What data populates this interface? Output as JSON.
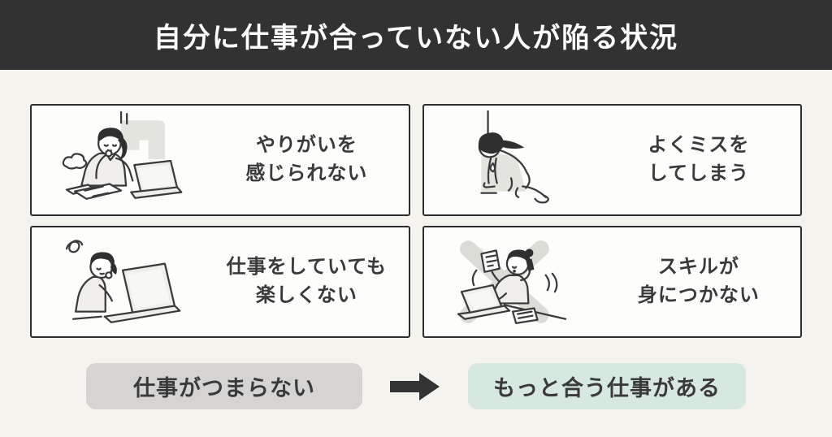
{
  "header": {
    "title": "自分に仕事が合っていない人が陥る状況"
  },
  "cards": [
    {
      "line1": "やりがいを",
      "line2": "感じられない",
      "illustration": "woman-sighing-at-desk"
    },
    {
      "line1": "よくミスを",
      "line2": "してしまう",
      "illustration": "woman-kneeling-dejected"
    },
    {
      "line1": "仕事をしていても",
      "line2": "楽しくない",
      "illustration": "woman-unhappy-at-laptop"
    },
    {
      "line1": "スキルが",
      "line2": "身につかない",
      "illustration": "woman-busy-phone-crossed-out"
    }
  ],
  "conclusion": {
    "premise": "仕事がつまらない",
    "result": "もっと合う仕事がある",
    "arrow_icon": "right-arrow"
  },
  "colors": {
    "header_bg": "#323232",
    "header_text": "#ffffff",
    "page_bg": "#f4f3ed",
    "card_bg": "#fdfdfb",
    "card_border": "#2e2e2e",
    "text": "#3a3a3a",
    "premise_pill_bg": "#d5d4d2",
    "result_pill_bg": "#d7e8e0",
    "arrow": "#333333"
  }
}
